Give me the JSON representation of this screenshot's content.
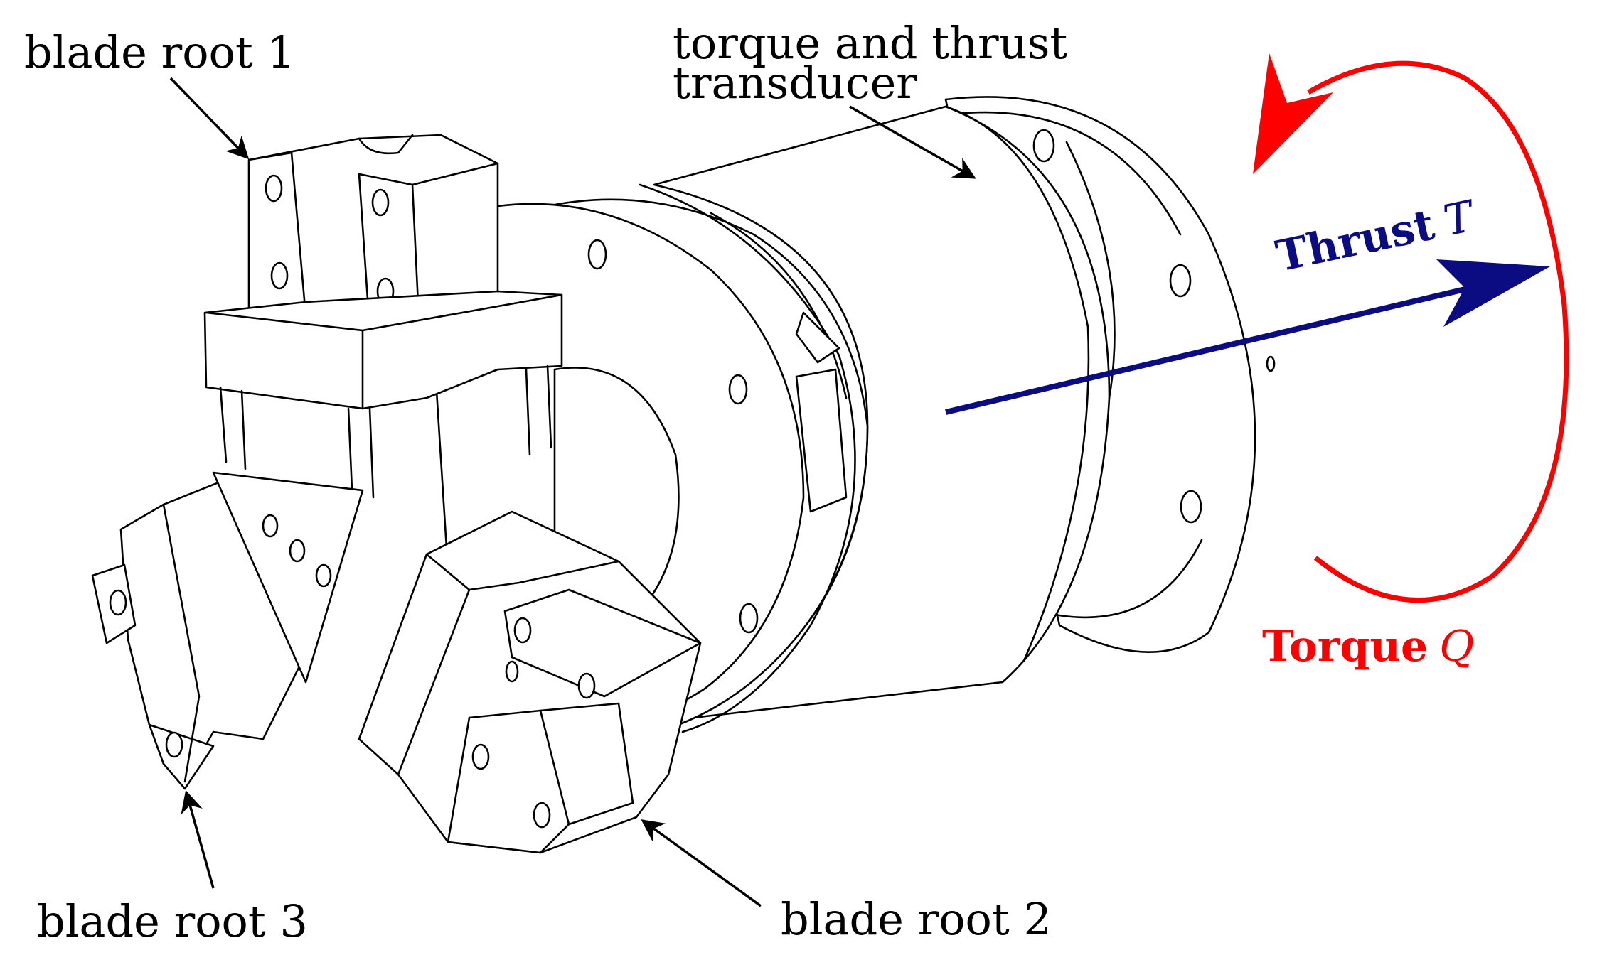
{
  "labels": {
    "blade_root_1": "blade root 1",
    "blade_root_2": "blade root 2",
    "blade_root_3": "blade root 3",
    "transducer_line1": "torque and thrust",
    "transducer_line2": "transducer",
    "thrust_word": "Thrust",
    "thrust_symbol": "T",
    "torque_word": "Torque",
    "torque_symbol": "Q"
  },
  "colors": {
    "thrust": "#0b0b82",
    "torque": "#ff0000",
    "line": "#000000"
  }
}
